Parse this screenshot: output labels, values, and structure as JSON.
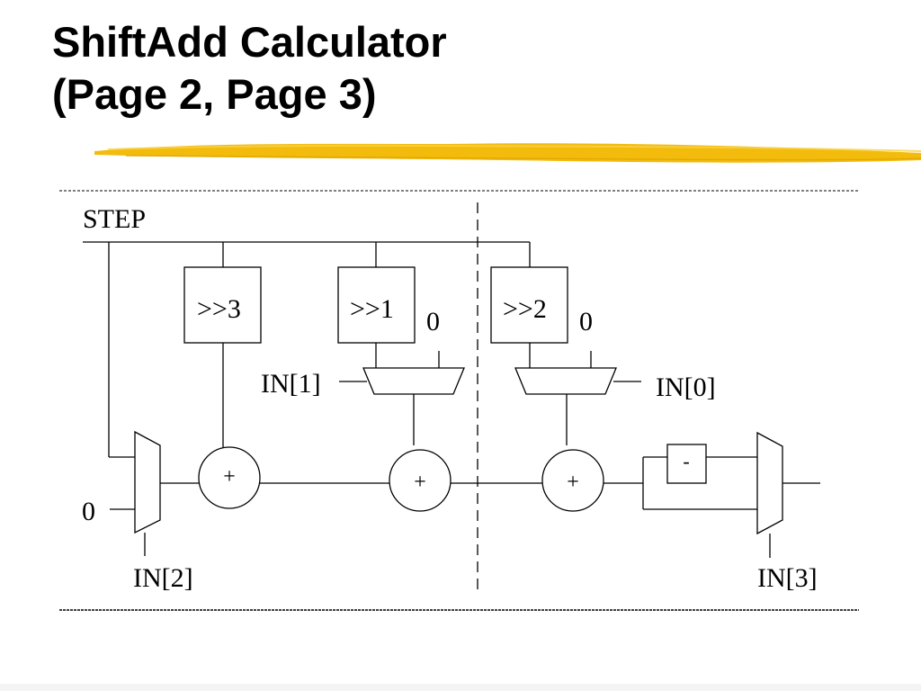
{
  "slide": {
    "title_line1": "ShiftAdd Calculator",
    "title_line2": "(Page 2, Page 3)",
    "accent_color": "#f2b800"
  },
  "diagram": {
    "step_label": "STEP",
    "shifter_1": ">>3",
    "shifter_2": ">>1",
    "shifter_3": ">>2",
    "zero_mux1": "0",
    "zero_mux2": "0",
    "zero_left": "0",
    "in1_label": "IN[1]",
    "in0_label": "IN[0]",
    "in2_label": "IN[2]",
    "in3_label": "IN[3]",
    "adder_1": "+",
    "adder_2": "+",
    "adder_3": "+",
    "negate_label": "-"
  }
}
